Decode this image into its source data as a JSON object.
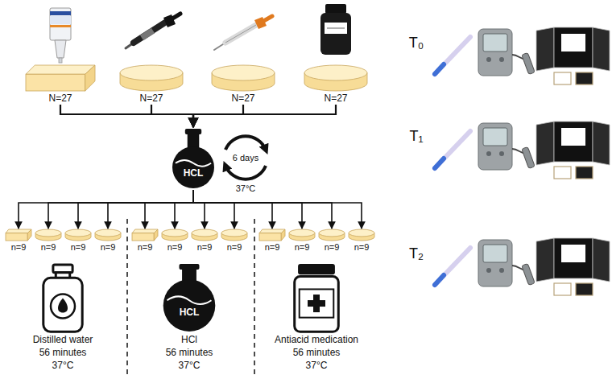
{
  "diagram": {
    "nodes": [
      {
        "text": [
          "N=27"
        ]
      },
      {
        "text": [
          "N=27"
        ]
      },
      {
        "text": [
          "N=27"
        ]
      },
      {
        "text": [
          "N=27"
        ]
      },
      {
        "text": [
          "HCL"
        ]
      },
      {
        "text": [
          "n=9"
        ]
      },
      {
        "text": [
          "n=9"
        ]
      },
      {
        "text": [
          "n=9"
        ]
      },
      {
        "text": [
          "n=9"
        ]
      },
      {
        "text": [
          "n=9"
        ]
      },
      {
        "text": [
          "n=9"
        ]
      },
      {
        "text": [
          "n=9"
        ]
      },
      {
        "text": [
          "n=9"
        ]
      },
      {
        "text": [
          "n=9"
        ]
      },
      {
        "text": [
          "n=9"
        ]
      },
      {
        "text": [
          "n=9"
        ]
      },
      {
        "text": [
          "n=9"
        ]
      },
      {
        "text": [
          "Distilled water",
          "56 minutes",
          "37°C"
        ]
      },
      {
        "text": [
          "HCL",
          "HCl",
          "56 minutes",
          "37°C"
        ]
      },
      {
        "text": [
          "Antiacid medication",
          "56 minutes",
          "37°C"
        ]
      }
    ],
    "edges": [
      {
        "from": 0,
        "to": 4,
        "arrow": "to"
      },
      {
        "from": 1,
        "to": 4,
        "arrow": "to"
      },
      {
        "from": 2,
        "to": 4,
        "arrow": "to"
      },
      {
        "from": 3,
        "to": 4,
        "arrow": "to"
      },
      {
        "from": 4,
        "to": 5,
        "arrow": "to"
      },
      {
        "from": 4,
        "to": 6,
        "arrow": "to"
      },
      {
        "from": 4,
        "to": 7,
        "arrow": "to"
      },
      {
        "from": 4,
        "to": 8,
        "arrow": "to"
      },
      {
        "from": 4,
        "to": 9,
        "arrow": "to"
      },
      {
        "from": 4,
        "to": 10,
        "arrow": "to"
      },
      {
        "from": 4,
        "to": 11,
        "arrow": "to"
      },
      {
        "from": 4,
        "to": 12,
        "arrow": "to"
      },
      {
        "from": 4,
        "to": 13,
        "arrow": "to"
      },
      {
        "from": 4,
        "to": 14,
        "arrow": "to"
      },
      {
        "from": 4,
        "to": 15,
        "arrow": "to"
      },
      {
        "from": 4,
        "to": 16,
        "arrow": "to"
      }
    ],
    "labels": [
      "6 days",
      "37°C",
      "T₀",
      "T₁",
      "T₂"
    ]
  }
}
